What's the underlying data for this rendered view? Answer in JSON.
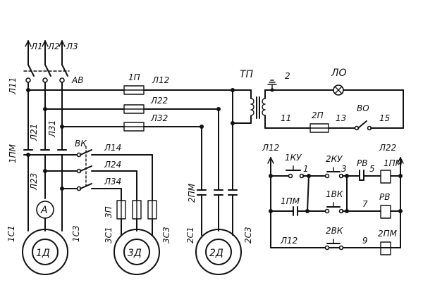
{
  "supply": {
    "l1": "Л1",
    "l2": "Л2",
    "l3": "Л3",
    "breaker": "АВ"
  },
  "bus": {
    "l11": "Л11",
    "l21": "Л21",
    "l31": "Л31",
    "l23": "Л23"
  },
  "contactor_1pm": "1ПМ",
  "switch_vk": "ВК",
  "fuses": {
    "fuse1": "1П",
    "l12": "Л12",
    "l22": "Л22",
    "l32": "Л32"
  },
  "fuses_3p": {
    "label": "3П",
    "l14": "Л14",
    "l24": "Л24",
    "l34": "Л34"
  },
  "transformer": {
    "label": "ТП"
  },
  "lighting": {
    "node2": "2",
    "lamp": "ЛО",
    "node11": "11",
    "fuse2": "2П",
    "node13": "13",
    "switch_vo": "ВО",
    "node15": "15"
  },
  "contactor_2pm": "2ПМ",
  "motors": {
    "m1": {
      "label": "1Д",
      "c1": "1С1",
      "c3": "1С3"
    },
    "m3": {
      "label": "3Д",
      "c1": "3С1",
      "c3": "3С3"
    },
    "m2": {
      "label": "2Д",
      "c1": "2С1",
      "c3": "2С3"
    }
  },
  "ammeter": "A",
  "control": {
    "l12": "Л12",
    "l22": "Л22",
    "l12_bottom": "Л12",
    "btn_1ku": "1КУ",
    "btn_2ku": "2КУ",
    "rv_contact": "РВ",
    "coil_1pm": "1ПМ",
    "coil_rv": "РВ",
    "coil_2pm": "2ПМ",
    "contact_1pm": "1ПМ",
    "btn_1vk": "1ВК",
    "btn_2vk": "2ВК",
    "n1": "1",
    "n3": "3",
    "n5": "5",
    "n7": "7",
    "n9": "9"
  }
}
